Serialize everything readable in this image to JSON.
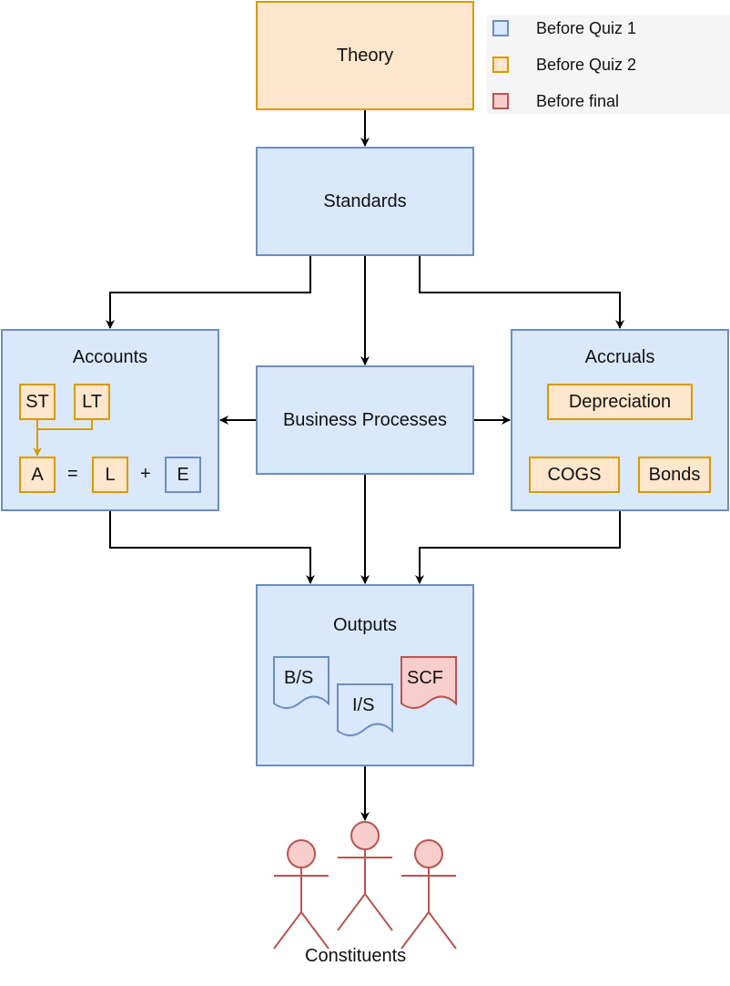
{
  "legend": [
    {
      "label": "Before Quiz 1",
      "fill": "#dae8fc",
      "stroke": "#6c8ebf"
    },
    {
      "label": "Before Quiz 2",
      "fill": "#ffe6cc",
      "stroke": "#d79b00"
    },
    {
      "label": "Before final",
      "fill": "#f8cecc",
      "stroke": "#b85450"
    }
  ],
  "nodes": {
    "theory": "Theory",
    "standards": "Standards",
    "accounts": "Accounts",
    "business_processes": "Business Processes",
    "accruals": "Accruals",
    "outputs": "Outputs",
    "constituents": "Constituents"
  },
  "accounts_items": {
    "st": "ST",
    "lt": "LT",
    "a": "A",
    "equals": "=",
    "l": "L",
    "plus": "+",
    "e": "E"
  },
  "accruals_items": {
    "depreciation": "Depreciation",
    "cogs": "COGS",
    "bonds": "Bonds"
  },
  "outputs_items": {
    "bs": "B/S",
    "is": "I/S",
    "scf": "SCF"
  },
  "colors": {
    "blue_fill": "#dae8fc",
    "blue_stroke": "#6c8ebf",
    "orange_fill": "#ffe6cc",
    "orange_stroke": "#d79b00",
    "red_fill": "#f8cecc",
    "red_stroke": "#b85450"
  }
}
